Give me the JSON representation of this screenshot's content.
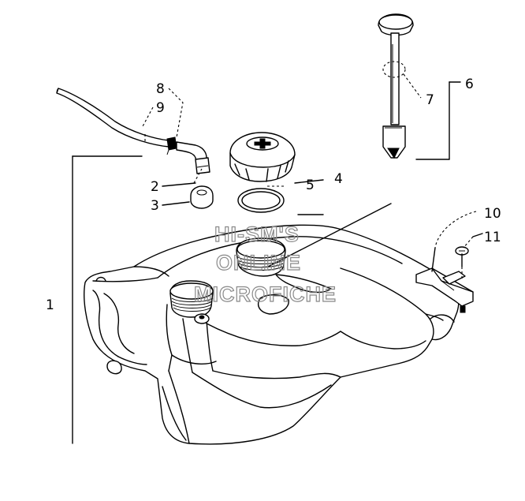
{
  "callouts": {
    "c1": "1",
    "c2": "2",
    "c3": "3",
    "c4": "4",
    "c5": "5",
    "c6": "6",
    "c7": "7",
    "c8": "8",
    "c9": "9",
    "c10": "10",
    "c11": "11"
  },
  "watermark": {
    "line1": "HI-SM'S",
    "line2": "ONLINE",
    "line3": "MICROFICHE"
  }
}
